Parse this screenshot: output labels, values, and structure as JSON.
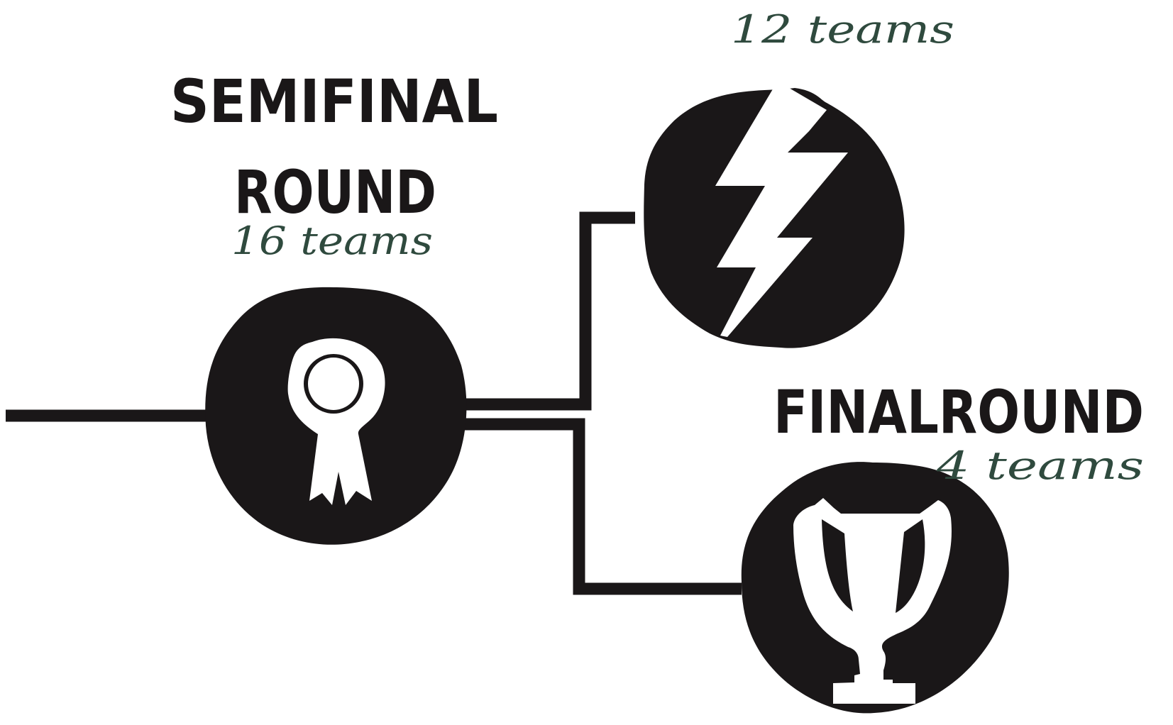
{
  "semifinal": {
    "title_line1": "SEMIFINAL",
    "title_line2": "ROUND",
    "count": "16 teams",
    "icon": "award-ribbon-icon"
  },
  "middle": {
    "count": "12 teams",
    "icon": "lightning-bolt-icon"
  },
  "final": {
    "title": "FINALROUND",
    "count": "4 teams",
    "icon": "trophy-icon"
  },
  "colors": {
    "ink": "#1a1718",
    "handwriting": "#2f4a3e",
    "background": "#ffffff"
  }
}
